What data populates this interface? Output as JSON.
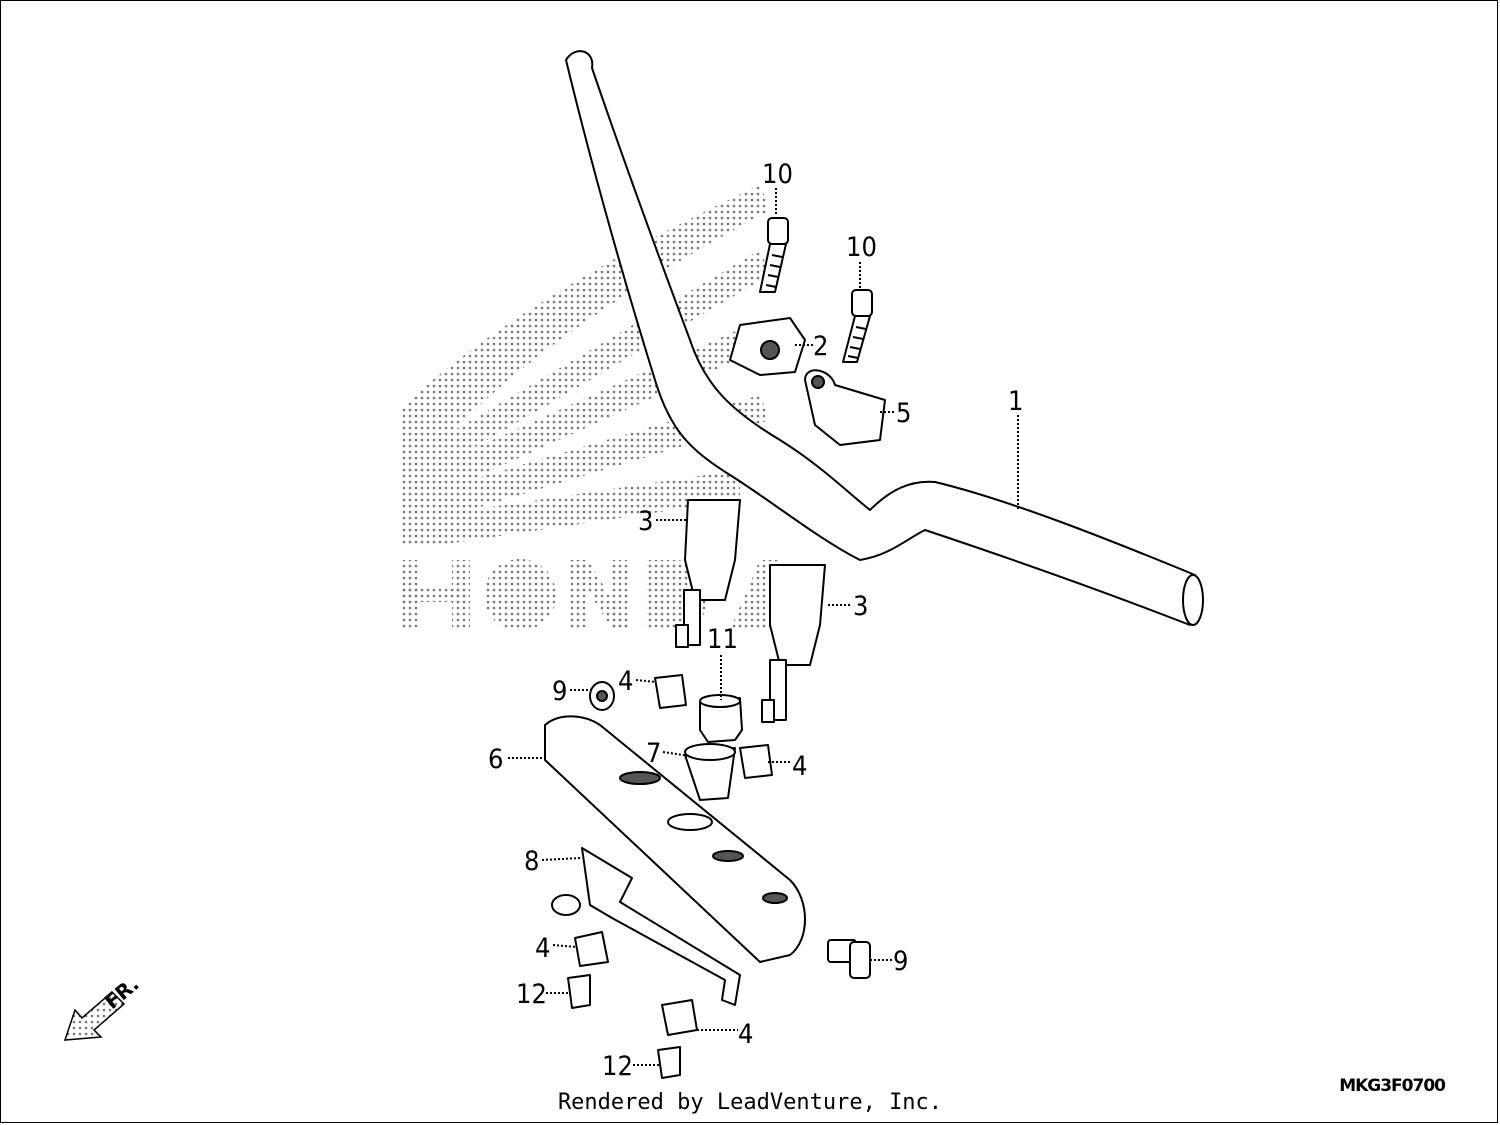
{
  "diagram": {
    "watermark_logo": "honda-wing-logo",
    "callouts": [
      {
        "id": "c1",
        "label": "1"
      },
      {
        "id": "c2",
        "label": "2"
      },
      {
        "id": "c3a",
        "label": "3"
      },
      {
        "id": "c3b",
        "label": "3"
      },
      {
        "id": "c4a",
        "label": "4"
      },
      {
        "id": "c4b",
        "label": "4"
      },
      {
        "id": "c4c",
        "label": "4"
      },
      {
        "id": "c4d",
        "label": "4"
      },
      {
        "id": "c5",
        "label": "5"
      },
      {
        "id": "c6",
        "label": "6"
      },
      {
        "id": "c7",
        "label": "7"
      },
      {
        "id": "c8",
        "label": "8"
      },
      {
        "id": "c9a",
        "label": "9"
      },
      {
        "id": "c9b",
        "label": "9"
      },
      {
        "id": "c10a",
        "label": "10"
      },
      {
        "id": "c10b",
        "label": "10"
      },
      {
        "id": "c11",
        "label": "11"
      },
      {
        "id": "c12a",
        "label": "12"
      },
      {
        "id": "c12b",
        "label": "12"
      }
    ],
    "direction_label": "FR.",
    "diagram_code": "MKG3F0700"
  },
  "footer": {
    "credit": "Rendered by LeadVenture, Inc."
  }
}
